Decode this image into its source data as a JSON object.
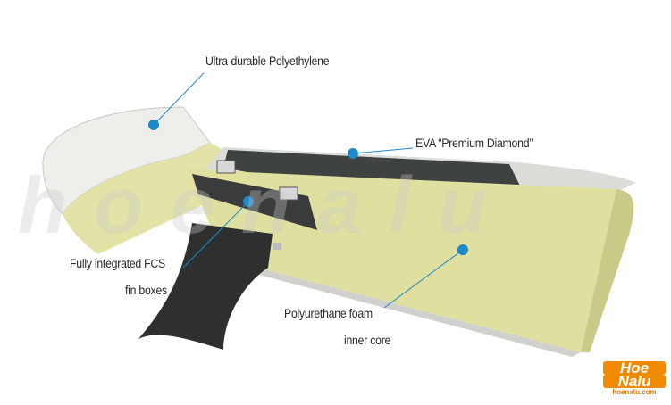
{
  "labels": {
    "polyethylene": "Ultra-durable Polyethylene",
    "eva": "EVA “Premium Diamond”",
    "fcs_line1": "Fully integrated FCS",
    "fcs_line2": "fin boxes",
    "foam_line1": "Polyurethane foam",
    "foam_line2": "inner core"
  },
  "watermark": "hoenalu",
  "logo": {
    "line1": "Hoe",
    "line2": "Nalu",
    "url": "hoenalu.com"
  },
  "colors": {
    "callout": "#1e88c8",
    "foam": "#dfe0a0",
    "eva": "#3e4240",
    "fin": "#2e302f"
  }
}
